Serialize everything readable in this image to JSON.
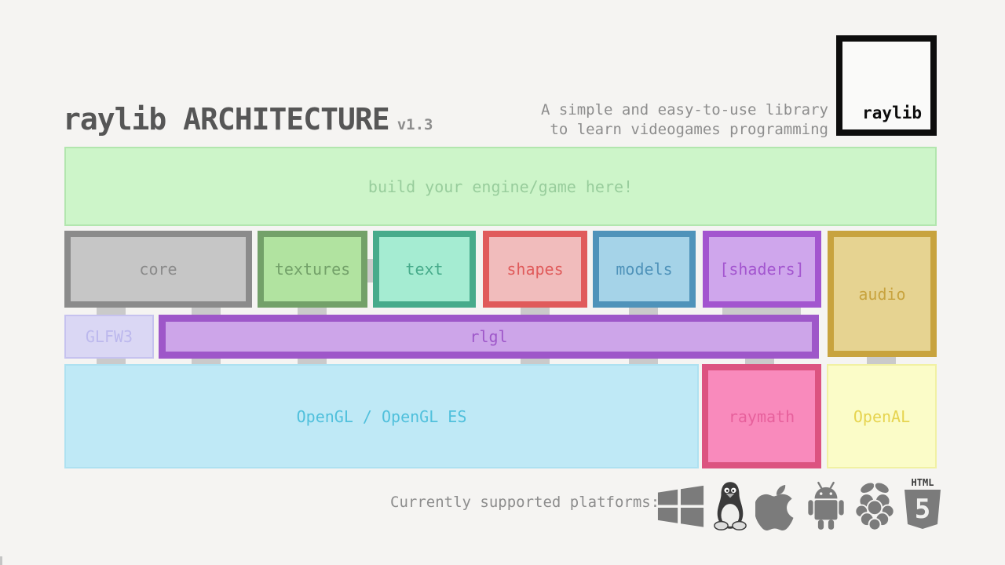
{
  "header": {
    "title": "raylib ARCHITECTURE",
    "version": "v1.3",
    "tagline_line1": "A simple and easy-to-use library",
    "tagline_line2": "to learn videogames programming"
  },
  "logo": {
    "text": "raylib",
    "border_color": "#0d0d0d"
  },
  "engine_box": {
    "label": "build your engine/game here!",
    "fill": "#cdf5c9",
    "border": "#b2e6ae",
    "text_color": "#98cd9c"
  },
  "modules": [
    {
      "id": "core",
      "label": "core",
      "border": "#8b8b8b",
      "fill": "#c6c6c6",
      "text_color": "#8a8a8a"
    },
    {
      "id": "textures",
      "label": "textures",
      "border": "#73a169",
      "fill": "#b1e3a0",
      "text_color": "#73a169"
    },
    {
      "id": "text",
      "label": "text",
      "border": "#47ab8b",
      "fill": "#a5ecd2",
      "text_color": "#47ab8b"
    },
    {
      "id": "shapes",
      "label": "shapes",
      "border": "#e05b5b",
      "fill": "#f1bcbc",
      "text_color": "#e05b5b"
    },
    {
      "id": "models",
      "label": "models",
      "border": "#4f93ba",
      "fill": "#a5d3e8",
      "text_color": "#4f93ba"
    },
    {
      "id": "shaders",
      "label": "[shaders]",
      "border": "#a355cf",
      "fill": "#cfa6ec",
      "text_color": "#a355cf"
    },
    {
      "id": "audio",
      "label": "audio",
      "border": "#c8a33e",
      "fill": "#e6d391",
      "text_color": "#c8a33e"
    }
  ],
  "mid_row": {
    "glfw3": {
      "label": "GLFW3",
      "border": "#c6c2ef",
      "fill": "#dad7f4",
      "text_color": "#bcb8ed"
    },
    "rlgl": {
      "label": "rlgl",
      "border": "#9e57c9",
      "fill": "#cda5e9",
      "text_color": "#9e57c9"
    }
  },
  "bottom_row": {
    "opengl": {
      "label": "OpenGL / OpenGL ES",
      "border": "#aee1f1",
      "fill": "#bfe9f6",
      "text_color": "#50c0dc"
    },
    "raymath": {
      "label": "raymath",
      "border": "#dc5380",
      "fill": "#f98abc",
      "text_color": "#e7609c"
    },
    "openal": {
      "label": "OpenAL",
      "border": "#f1f1a3",
      "fill": "#fbfcc8",
      "text_color": "#e6d450"
    }
  },
  "connectors": {
    "color": "#cacaca"
  },
  "platforms": {
    "label": "Currently supported platforms:",
    "icons": [
      "windows",
      "linux",
      "apple",
      "android",
      "raspberry-pi",
      "html5"
    ],
    "icon_color": "#7b7b7b"
  }
}
